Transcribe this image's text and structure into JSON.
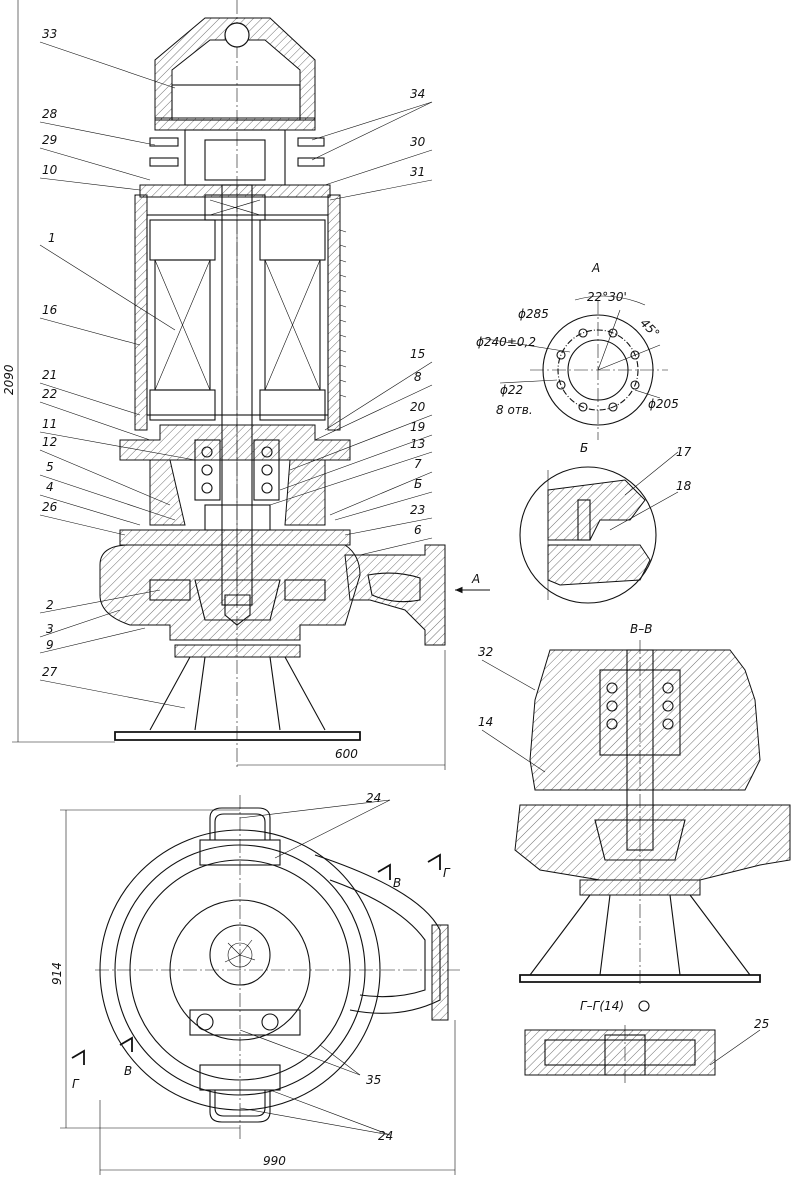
{
  "labels": {
    "p33": "33",
    "p28": "28",
    "p29": "29",
    "p10": "10",
    "p1": "1",
    "p16": "16",
    "p21": "21",
    "p22": "22",
    "p11": "11",
    "p12": "12",
    "p5": "5",
    "p4": "4",
    "p26": "26",
    "p2": "2",
    "p3": "3",
    "p9": "9",
    "p27": "27",
    "p34": "34",
    "p30": "30",
    "p31": "31",
    "p15": "15",
    "p8": "8",
    "p20": "20",
    "p19": "19",
    "p13": "13",
    "p7": "7",
    "pB": "Б",
    "p23": "23",
    "p6": "6",
    "p17": "17",
    "p18": "18",
    "p32": "32",
    "p14": "14",
    "p25": "25",
    "p24a": "24",
    "p24b": "24",
    "p35": "35"
  },
  "dimensions": {
    "height": "2090",
    "width_half": "600",
    "plan_height": "914",
    "plan_width": "990"
  },
  "views": {
    "view_a_title": "А",
    "arrow_a": "А",
    "view_b_title": "Б",
    "section_vv": "В–В",
    "section_gg": "Г–Г(14)",
    "cut_b": "В",
    "cut_g": "Г"
  },
  "view_a": {
    "angle1": "22°30'",
    "angle2": "45°",
    "d285": "ϕ285",
    "d240": "ϕ240±0,2",
    "d22": "ϕ22",
    "holes": "8 отв.",
    "d205": "ϕ205"
  }
}
